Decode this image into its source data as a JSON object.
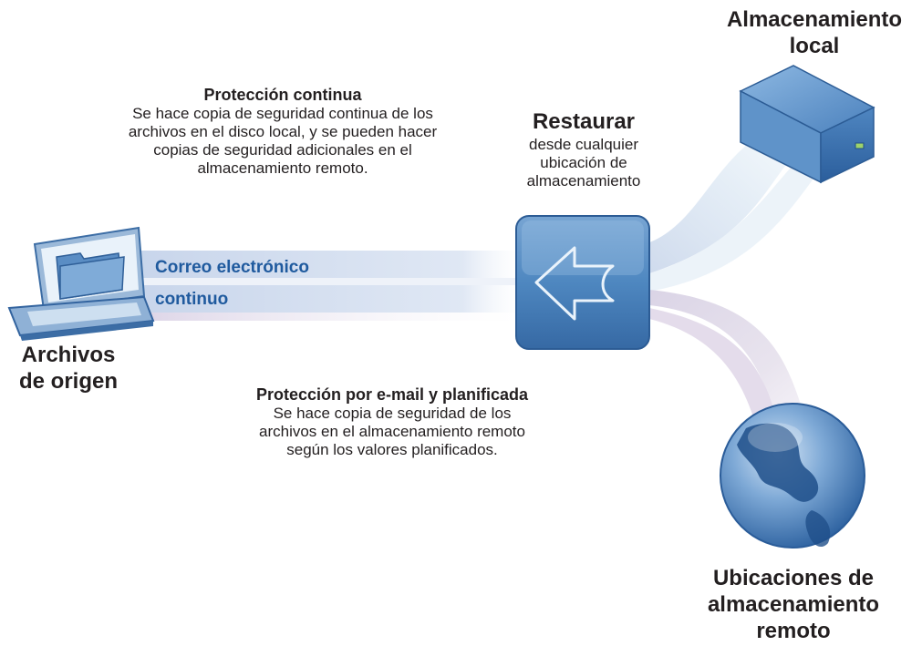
{
  "colors": {
    "stream_blue": "#c9d6ec",
    "stream_purple": "#d9cfe3",
    "stream_green": "#dfeee2",
    "accent_blue": "#1f5a9e",
    "restore_box": "#4f86bd",
    "text": "#231f20"
  },
  "nodes": {
    "local_storage": {
      "title_line1": "Almacenamiento",
      "title_line2": "local",
      "icon": "storage-box-icon"
    },
    "source_files": {
      "title_line1": "Archivos",
      "title_line2": "de origen",
      "icon": "laptop-folder-icon"
    },
    "remote_storage": {
      "title_line1": "Ubicaciones de",
      "title_line2": "almacenamiento",
      "title_line3": "remoto",
      "icon": "globe-icon"
    },
    "restore": {
      "title": "Restaurar",
      "line1": "desde cualquier",
      "line2": "ubicación de",
      "line3": "almacenamiento",
      "icon": "restore-arrow-icon"
    }
  },
  "continuous_protection": {
    "title": "Protección continua",
    "line1": "Se hace copia de seguridad continua de los",
    "line2": "archivos en el disco local, y se pueden hacer",
    "line3": "copias de seguridad adicionales en el",
    "line4": "almacenamiento remoto."
  },
  "scheduled_protection": {
    "title": "Protección por e-mail y planificada",
    "line1": "Se hace copia de seguridad de los",
    "line2": "archivos en el almacenamiento remoto",
    "line3": "según los valores planificados."
  },
  "streams": {
    "label_line1": "Correo electrónico",
    "label_line2": "continuo"
  }
}
